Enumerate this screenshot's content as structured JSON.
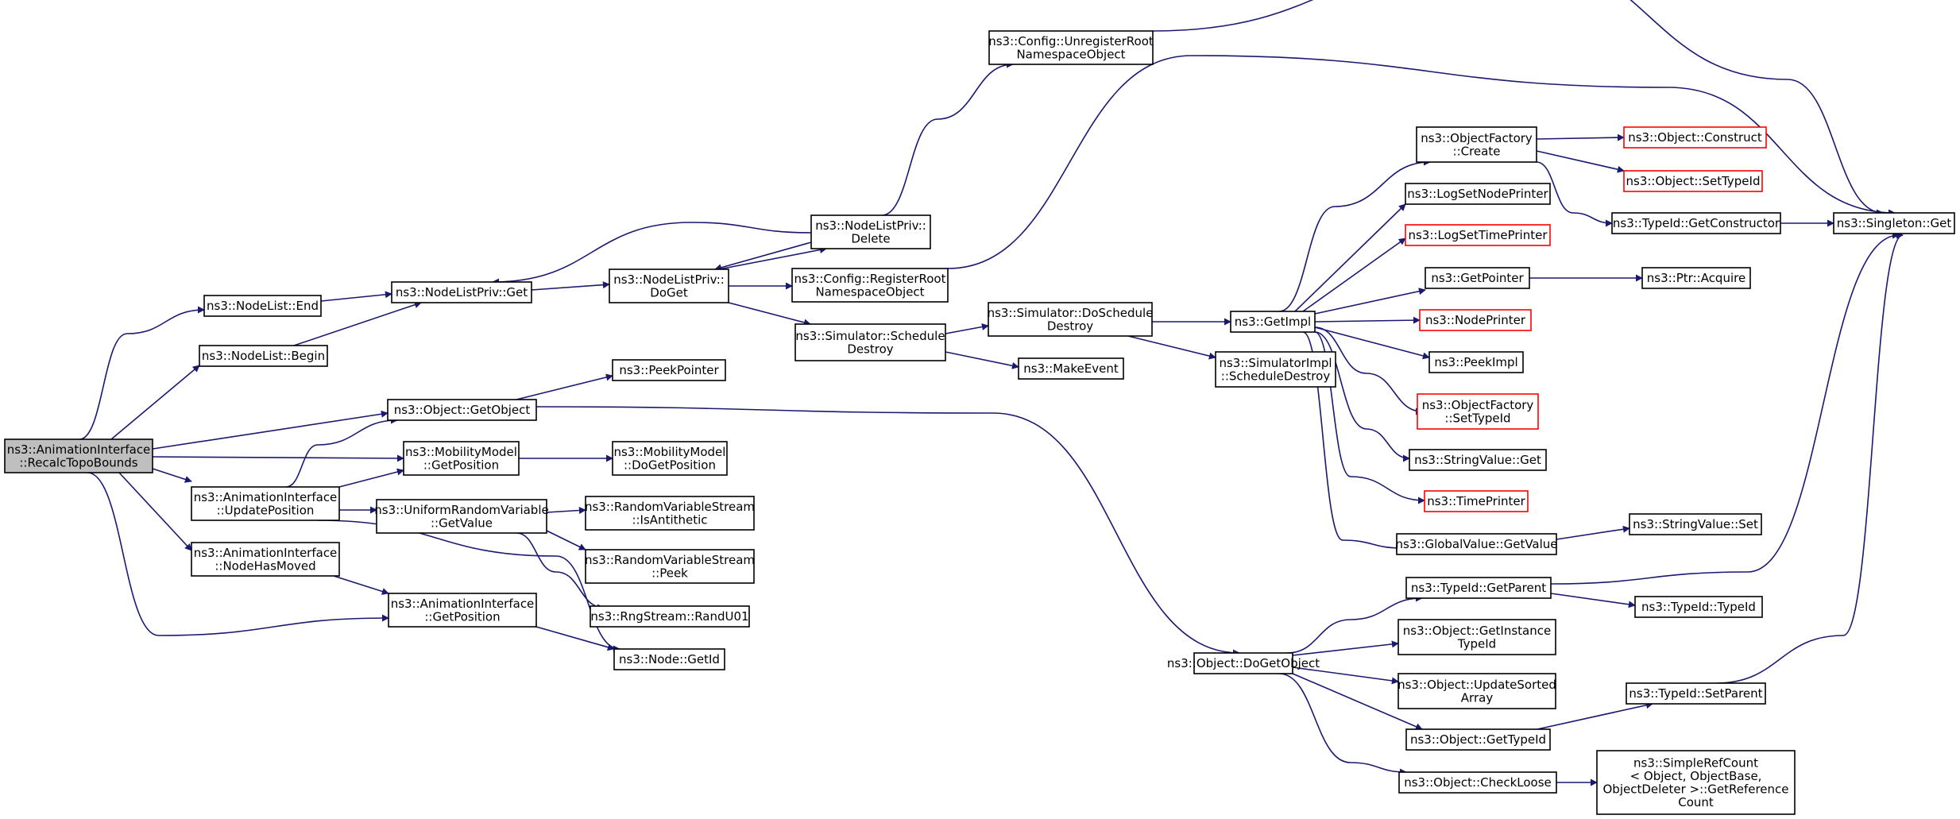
{
  "diagram": {
    "type": "call-graph",
    "edge_color": "#191970",
    "truncated_border_color": "#ff0000",
    "root_fill": "#bfbfbf",
    "nodes": [
      {
        "id": "root",
        "lines": [
          "ns3::AnimationInterface",
          "::RecalcTopoBounds"
        ],
        "root": true
      },
      {
        "id": "nl_end",
        "lines": [
          "ns3::NodeList::End"
        ]
      },
      {
        "id": "nl_begin",
        "lines": [
          "ns3::NodeList::Begin"
        ]
      },
      {
        "id": "nlp_get",
        "lines": [
          "ns3::NodeListPriv::Get"
        ]
      },
      {
        "id": "nlp_doget",
        "lines": [
          "ns3::NodeListPriv::",
          "DoGet"
        ]
      },
      {
        "id": "nlp_delete",
        "lines": [
          "ns3::NodeListPriv::",
          "Delete"
        ]
      },
      {
        "id": "cfg_unreg",
        "lines": [
          "ns3::Config::UnregisterRoot",
          "NamespaceObject"
        ]
      },
      {
        "id": "cfg_reg",
        "lines": [
          "ns3::Config::RegisterRoot",
          "NamespaceObject"
        ]
      },
      {
        "id": "sim_sched",
        "lines": [
          "ns3::Simulator::Schedule",
          "Destroy"
        ]
      },
      {
        "id": "sim_dosched",
        "lines": [
          "ns3::Simulator::DoSchedule",
          "Destroy"
        ]
      },
      {
        "id": "makeevent",
        "lines": [
          "ns3::MakeEvent"
        ]
      },
      {
        "id": "getimpl",
        "lines": [
          "ns3::GetImpl"
        ]
      },
      {
        "id": "simimpl",
        "lines": [
          "ns3::SimulatorImpl",
          "::ScheduleDestroy"
        ]
      },
      {
        "id": "of_create",
        "lines": [
          "ns3::ObjectFactory",
          "::Create"
        ]
      },
      {
        "id": "obj_construct",
        "lines": [
          "ns3::Object::Construct"
        ],
        "truncated": true
      },
      {
        "id": "obj_settypeid",
        "lines": [
          "ns3::Object::SetTypeId"
        ],
        "truncated": true
      },
      {
        "id": "tid_getctor",
        "lines": [
          "ns3::TypeId::GetConstructor"
        ]
      },
      {
        "id": "singleton",
        "lines": [
          "ns3::Singleton::Get"
        ]
      },
      {
        "id": "lognode",
        "lines": [
          "ns3::LogSetNodePrinter"
        ]
      },
      {
        "id": "logtime",
        "lines": [
          "ns3::LogSetTimePrinter"
        ],
        "truncated": true
      },
      {
        "id": "getpointer",
        "lines": [
          "ns3::GetPointer"
        ]
      },
      {
        "id": "ptr_acquire",
        "lines": [
          "ns3::Ptr::Acquire"
        ]
      },
      {
        "id": "nodeprinter",
        "lines": [
          "ns3::NodePrinter"
        ],
        "truncated": true
      },
      {
        "id": "peekimpl",
        "lines": [
          "ns3::PeekImpl"
        ]
      },
      {
        "id": "of_settypeid",
        "lines": [
          "ns3::ObjectFactory",
          "::SetTypeId"
        ],
        "truncated": true
      },
      {
        "id": "sv_get",
        "lines": [
          "ns3::StringValue::Get"
        ]
      },
      {
        "id": "timeprinter",
        "lines": [
          "ns3::TimePrinter"
        ],
        "truncated": true
      },
      {
        "id": "gv_getvalue",
        "lines": [
          "ns3::GlobalValue::GetValue"
        ]
      },
      {
        "id": "sv_set",
        "lines": [
          "ns3::StringValue::Set"
        ]
      },
      {
        "id": "obj_getobject",
        "lines": [
          "ns3::Object::GetObject"
        ]
      },
      {
        "id": "peekpointer",
        "lines": [
          "ns3::PeekPointer"
        ]
      },
      {
        "id": "mm_getpos",
        "lines": [
          "ns3::MobilityModel",
          "::GetPosition"
        ]
      },
      {
        "id": "mm_dogetpos",
        "lines": [
          "ns3::MobilityModel",
          "::DoGetPosition"
        ]
      },
      {
        "id": "ai_updatepos",
        "lines": [
          "ns3::AnimationInterface",
          "::UpdatePosition"
        ]
      },
      {
        "id": "urv_getvalue",
        "lines": [
          "ns3::UniformRandomVariable",
          "::GetValue"
        ]
      },
      {
        "id": "rvs_isanti",
        "lines": [
          "ns3::RandomVariableStream",
          "::IsAntithetic"
        ]
      },
      {
        "id": "rvs_peek",
        "lines": [
          "ns3::RandomVariableStream",
          "::Peek"
        ]
      },
      {
        "id": "rng_randu01",
        "lines": [
          "ns3::RngStream::RandU01"
        ]
      },
      {
        "id": "ai_nodehasmoved",
        "lines": [
          "ns3::AnimationInterface",
          "::NodeHasMoved"
        ]
      },
      {
        "id": "ai_getpos",
        "lines": [
          "ns3::AnimationInterface",
          "::GetPosition"
        ]
      },
      {
        "id": "node_getid",
        "lines": [
          "ns3::Node::GetId"
        ]
      },
      {
        "id": "obj_dogetobject",
        "lines": [
          "ns3::Object::DoGetObject"
        ]
      },
      {
        "id": "tid_getparent",
        "lines": [
          "ns3::TypeId::GetParent"
        ]
      },
      {
        "id": "tid_typeid",
        "lines": [
          "ns3::TypeId::TypeId"
        ]
      },
      {
        "id": "obj_getinstance",
        "lines": [
          "ns3::Object::GetInstance",
          "TypeId"
        ]
      },
      {
        "id": "obj_updatesorted",
        "lines": [
          "ns3::Object::UpdateSorted",
          "Array"
        ]
      },
      {
        "id": "tid_setparent",
        "lines": [
          "ns3::TypeId::SetParent"
        ]
      },
      {
        "id": "obj_gettypeid",
        "lines": [
          "ns3::Object::GetTypeId"
        ]
      },
      {
        "id": "obj_checkloose",
        "lines": [
          "ns3::Object::CheckLoose"
        ]
      },
      {
        "id": "simplerefcount",
        "lines": [
          "ns3::SimpleRefCount",
          "< Object, ObjectBase,",
          " ObjectDeleter >::GetReference",
          "Count"
        ]
      }
    ],
    "edges": [
      [
        "root",
        "nl_end"
      ],
      [
        "root",
        "nl_begin"
      ],
      [
        "root",
        "obj_getobject"
      ],
      [
        "root",
        "mm_getpos"
      ],
      [
        "root",
        "ai_updatepos"
      ],
      [
        "root",
        "ai_nodehasmoved"
      ],
      [
        "root",
        "ai_getpos"
      ],
      [
        "nl_end",
        "nlp_get"
      ],
      [
        "nl_begin",
        "nlp_get"
      ],
      [
        "nlp_get",
        "nlp_doget"
      ],
      [
        "nlp_doget",
        "nlp_delete"
      ],
      [
        "nlp_doget",
        "cfg_reg"
      ],
      [
        "nlp_doget",
        "sim_sched"
      ],
      [
        "nlp_delete",
        "nlp_get"
      ],
      [
        "nlp_delete",
        "nlp_doget"
      ],
      [
        "nlp_delete",
        "cfg_unreg"
      ],
      [
        "cfg_unreg",
        "singleton"
      ],
      [
        "cfg_reg",
        "singleton"
      ],
      [
        "sim_sched",
        "sim_dosched"
      ],
      [
        "sim_sched",
        "makeevent"
      ],
      [
        "sim_dosched",
        "getimpl"
      ],
      [
        "sim_dosched",
        "simimpl"
      ],
      [
        "getimpl",
        "of_create"
      ],
      [
        "getimpl",
        "lognode"
      ],
      [
        "getimpl",
        "logtime"
      ],
      [
        "getimpl",
        "getpointer"
      ],
      [
        "getimpl",
        "nodeprinter"
      ],
      [
        "getimpl",
        "peekimpl"
      ],
      [
        "getimpl",
        "of_settypeid"
      ],
      [
        "getimpl",
        "sv_get"
      ],
      [
        "getimpl",
        "timeprinter"
      ],
      [
        "getimpl",
        "gv_getvalue"
      ],
      [
        "of_create",
        "obj_construct"
      ],
      [
        "of_create",
        "obj_settypeid"
      ],
      [
        "of_create",
        "tid_getctor"
      ],
      [
        "tid_getctor",
        "singleton"
      ],
      [
        "getpointer",
        "ptr_acquire"
      ],
      [
        "gv_getvalue",
        "sv_set"
      ],
      [
        "obj_getobject",
        "peekpointer"
      ],
      [
        "obj_getobject",
        "obj_dogetobject"
      ],
      [
        "mm_getpos",
        "mm_dogetpos"
      ],
      [
        "ai_updatepos",
        "obj_getobject"
      ],
      [
        "ai_updatepos",
        "mm_getpos"
      ],
      [
        "ai_updatepos",
        "urv_getvalue"
      ],
      [
        "ai_updatepos",
        "node_getid"
      ],
      [
        "urv_getvalue",
        "rvs_isanti"
      ],
      [
        "urv_getvalue",
        "rvs_peek"
      ],
      [
        "urv_getvalue",
        "rng_randu01"
      ],
      [
        "ai_nodehasmoved",
        "ai_getpos"
      ],
      [
        "ai_getpos",
        "node_getid"
      ],
      [
        "obj_dogetobject",
        "tid_getparent"
      ],
      [
        "obj_dogetobject",
        "obj_getinstance"
      ],
      [
        "obj_dogetobject",
        "obj_updatesorted"
      ],
      [
        "obj_dogetobject",
        "obj_gettypeid"
      ],
      [
        "obj_dogetobject",
        "obj_checkloose"
      ],
      [
        "tid_getparent",
        "singleton"
      ],
      [
        "tid_getparent",
        "tid_typeid"
      ],
      [
        "obj_gettypeid",
        "tid_setparent"
      ],
      [
        "tid_setparent",
        "singleton"
      ],
      [
        "obj_checkloose",
        "simplerefcount"
      ]
    ]
  }
}
